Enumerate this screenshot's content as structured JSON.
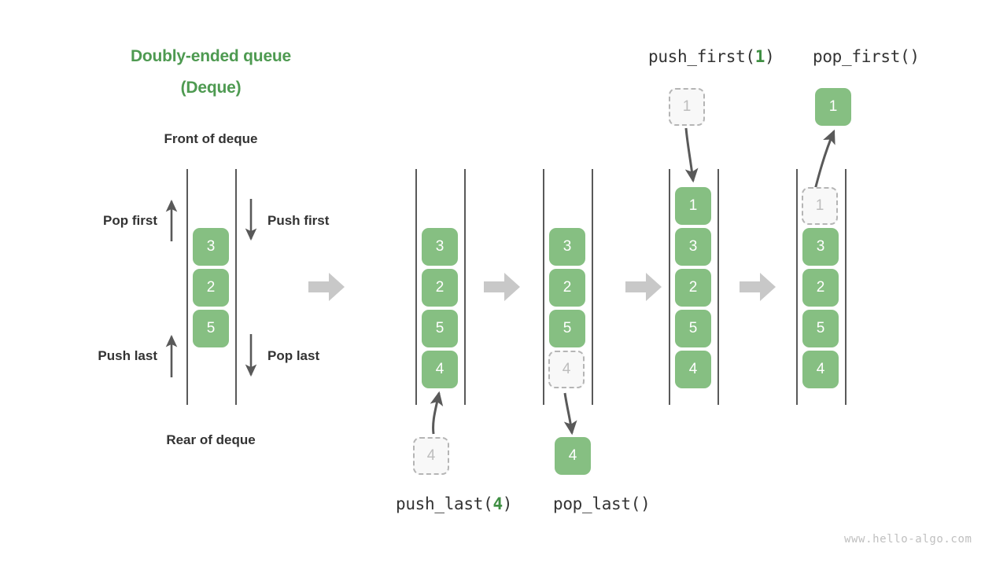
{
  "page": {
    "title_line1": "Doubly-ended queue",
    "title_line2": "(Deque)",
    "front_label": "Front of deque",
    "rear_label": "Rear of deque",
    "watermark": "www.hello-algo.com",
    "accent_green": "#4e9a51",
    "node_green": "#86bf82",
    "ghost_grey": "#bdbdbd",
    "arrow_grey": "#595959",
    "big_arrow_grey": "#c8c8c8",
    "text_dark": "#333333"
  },
  "side_labels": {
    "pop_first": "Pop first",
    "push_first": "Push first",
    "push_last": "Push last",
    "pop_last": "Pop last"
  },
  "operations": {
    "push_last": {
      "name": "push_last(",
      "arg": "4",
      "close": ")"
    },
    "pop_last": {
      "name": "pop_last()",
      "arg": "",
      "close": ""
    },
    "push_first": {
      "name": "push_first(",
      "arg": "1",
      "close": ")"
    },
    "pop_first": {
      "name": "pop_first()",
      "arg": "",
      "close": ""
    }
  },
  "columns": [
    {
      "id": "initial-deque",
      "caption": "",
      "nodes": [
        {
          "value": "3",
          "state": "solid"
        },
        {
          "value": "2",
          "state": "solid"
        },
        {
          "value": "5",
          "state": "solid"
        }
      ]
    },
    {
      "id": "after-push-last",
      "caption": "push_last(4)",
      "nodes": [
        {
          "value": "3",
          "state": "solid"
        },
        {
          "value": "2",
          "state": "solid"
        },
        {
          "value": "5",
          "state": "solid"
        },
        {
          "value": "4",
          "state": "solid"
        }
      ],
      "incoming_node": {
        "value": "4",
        "state": "ghost"
      }
    },
    {
      "id": "after-pop-last",
      "caption": "pop_last()",
      "nodes": [
        {
          "value": "3",
          "state": "solid"
        },
        {
          "value": "2",
          "state": "solid"
        },
        {
          "value": "5",
          "state": "solid"
        },
        {
          "value": "4",
          "state": "ghost"
        }
      ],
      "outgoing_node": {
        "value": "4",
        "state": "solid"
      }
    },
    {
      "id": "after-push-first",
      "caption": "push_first(1)",
      "nodes": [
        {
          "value": "1",
          "state": "solid"
        },
        {
          "value": "3",
          "state": "solid"
        },
        {
          "value": "2",
          "state": "solid"
        },
        {
          "value": "5",
          "state": "solid"
        },
        {
          "value": "4",
          "state": "solid"
        }
      ],
      "incoming_node": {
        "value": "1",
        "state": "ghost"
      }
    },
    {
      "id": "after-pop-first",
      "caption": "pop_first()",
      "nodes": [
        {
          "value": "1",
          "state": "ghost"
        },
        {
          "value": "3",
          "state": "solid"
        },
        {
          "value": "2",
          "state": "solid"
        },
        {
          "value": "5",
          "state": "solid"
        },
        {
          "value": "4",
          "state": "solid"
        }
      ],
      "outgoing_node": {
        "value": "1",
        "state": "solid"
      }
    }
  ],
  "nodes_flat": {
    "c1_3": "3",
    "c1_2": "2",
    "c1_5": "5",
    "c2_3": "3",
    "c2_2": "2",
    "c2_5": "5",
    "c2_4": "4",
    "c2_in": "4",
    "c3_3": "3",
    "c3_2": "2",
    "c3_5": "5",
    "c3_4": "4",
    "c3_out": "4",
    "c4_1": "1",
    "c4_3": "3",
    "c4_2": "2",
    "c4_5": "5",
    "c4_4": "4",
    "c4_in": "1",
    "c5_1": "1",
    "c5_3": "3",
    "c5_2": "2",
    "c5_5": "5",
    "c5_4": "4",
    "c5_out": "1"
  }
}
